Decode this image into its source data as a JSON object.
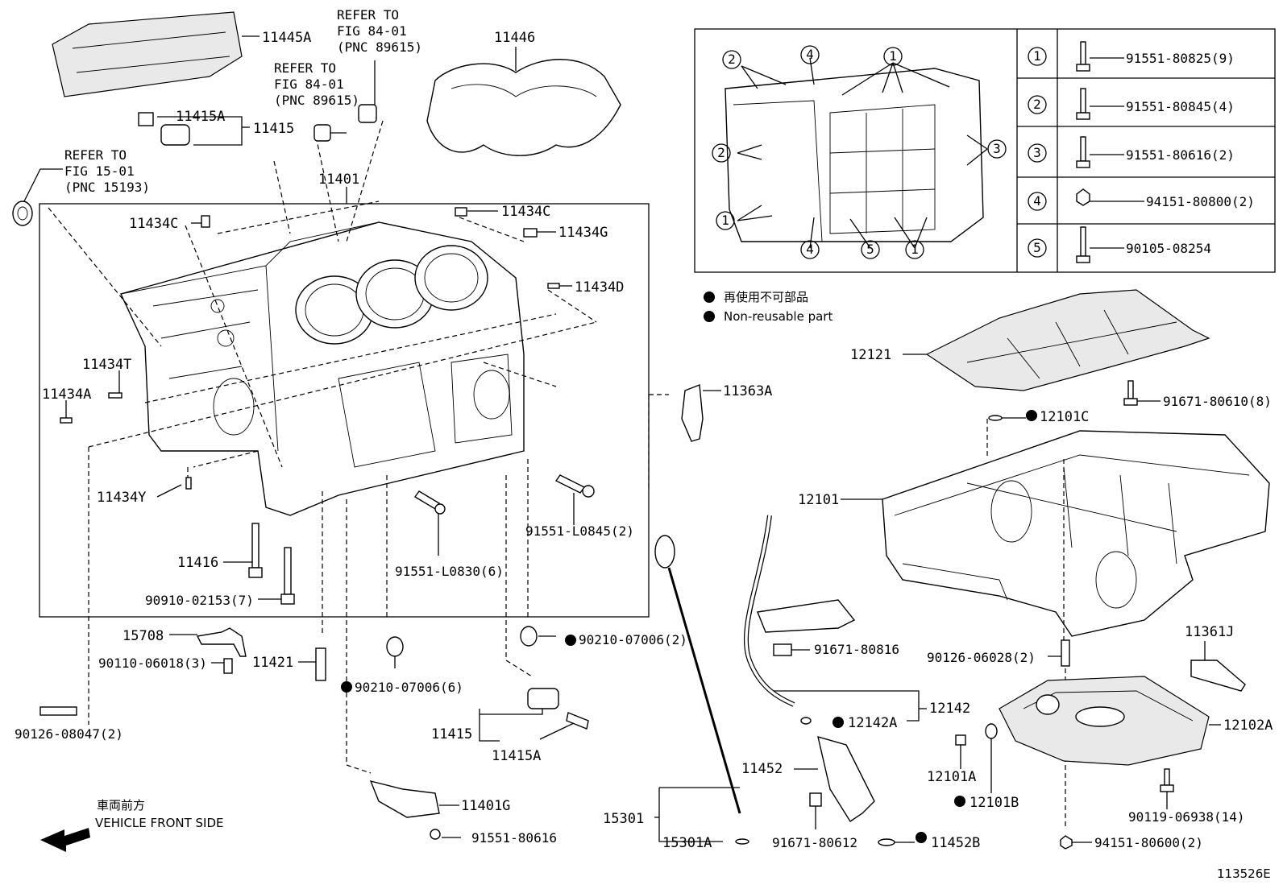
{
  "parts": {
    "p11445A": "11445A",
    "p11446": "11446",
    "p11415A_top": "11415A",
    "p11415_top": "11415",
    "p11401": "11401",
    "p11434C_left": "11434C",
    "p11434C_right": "11434C",
    "p11434G": "11434G",
    "p11434D": "11434D",
    "p11434T": "11434T",
    "p11434A": "11434A",
    "p11434Y": "11434Y",
    "p11416": "11416",
    "p90910": "90910-02153(7)",
    "p91551_L0830": "91551-L0830(6)",
    "p91551_L0845": "91551-L0845(2)",
    "p11363A": "11363A",
    "p15708": "15708",
    "p90110": "90110-06018(3)",
    "p11421": "11421",
    "p90210_6": "90210-07006(6)",
    "p90210_2": "90210-07006(2)",
    "p90126_08047": "90126-08047(2)",
    "p11415_bot": "11415",
    "p11415A_bot": "11415A",
    "p11401G": "11401G",
    "p91551_80616_bot": "91551-80616",
    "p15301": "15301",
    "p15301A": "15301A",
    "p91671_80612": "91671-80612",
    "p11452": "11452",
    "p11452B": "11452B",
    "p91671_80816": "91671-80816",
    "p12142": "12142",
    "p12142A": "12142A",
    "p12121": "12121",
    "p91671_80610": "91671-80610(8)",
    "p12101C": "12101C",
    "p12101": "12101",
    "p90126_06028": "90126-06028(2)",
    "p11361J": "11361J",
    "p12102A": "12102A",
    "p12101A": "12101A",
    "p12101B": "12101B",
    "p90119": "90119-06938(14)",
    "p94151_80600": "94151-80600(2)"
  },
  "refers": {
    "ref1_l1": "REFER TO",
    "ref1_l2": "FIG 84-01",
    "ref1_l3": "(PNC 89615)",
    "ref2_l1": "REFER TO",
    "ref2_l2": "FIG 84-01",
    "ref2_l3": "(PNC 89615)",
    "ref3_l1": "REFER TO",
    "ref3_l2": "FIG 15-01",
    "ref3_l3": "(PNC 15193)"
  },
  "legend_table": {
    "rows": [
      {
        "num": "1",
        "part": "91551-80825(9)"
      },
      {
        "num": "2",
        "part": "91551-80845(4)"
      },
      {
        "num": "3",
        "part": "91551-80616(2)"
      },
      {
        "num": "4",
        "part": "94151-80800(2)"
      },
      {
        "num": "5",
        "part": "90105-08254"
      }
    ]
  },
  "callouts": {
    "c2a": "2",
    "c4a": "4",
    "c1a": "1",
    "c2b": "2",
    "c3": "3",
    "c1b": "1",
    "c4b": "4",
    "c5": "5",
    "c1c": "1"
  },
  "notes": {
    "nonreusable_jp": "再使用不可部品",
    "nonreusable_en": "Non-reusable part",
    "front_jp": "車両前方",
    "front_en": "VEHICLE FRONT SIDE",
    "diagram_id": "113526E"
  }
}
